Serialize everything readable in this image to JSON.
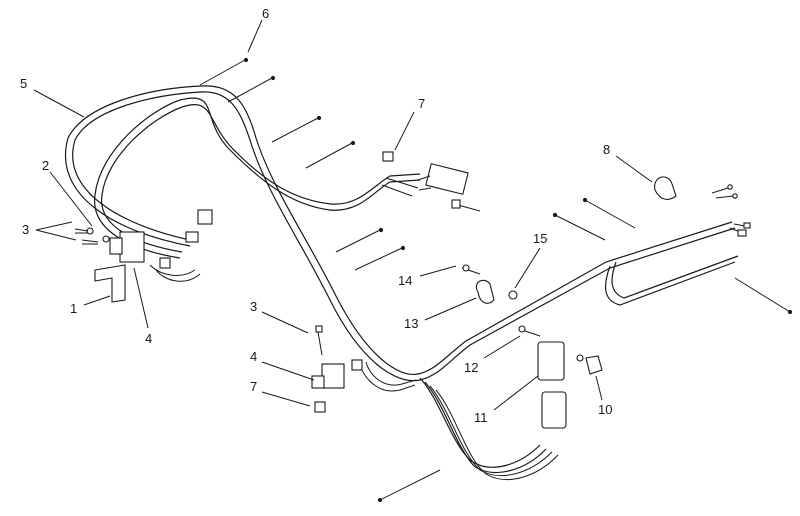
{
  "callouts": [
    {
      "key": "c6",
      "text": "6"
    },
    {
      "key": "c5",
      "text": "5"
    },
    {
      "key": "c7a",
      "text": "7"
    },
    {
      "key": "c8",
      "text": "8"
    },
    {
      "key": "c2",
      "text": "2"
    },
    {
      "key": "c3a",
      "text": "3"
    },
    {
      "key": "c1",
      "text": "1"
    },
    {
      "key": "c4a",
      "text": "4"
    },
    {
      "key": "c15",
      "text": "15"
    },
    {
      "key": "c14",
      "text": "14"
    },
    {
      "key": "c13",
      "text": "13"
    },
    {
      "key": "c3b",
      "text": "3"
    },
    {
      "key": "c4b",
      "text": "4"
    },
    {
      "key": "c7b",
      "text": "7"
    },
    {
      "key": "c12",
      "text": "12"
    },
    {
      "key": "c11",
      "text": "11"
    },
    {
      "key": "c10",
      "text": "10"
    }
  ]
}
